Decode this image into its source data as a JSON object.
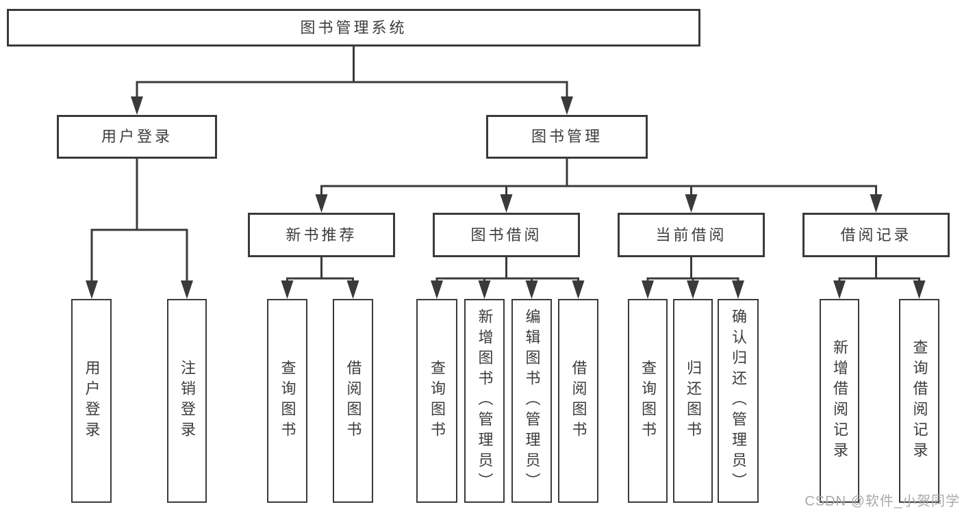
{
  "diagram": {
    "type": "tree",
    "root": {
      "label": "图书管理系统"
    },
    "level2": [
      {
        "id": "user-login",
        "label": "用户登录"
      },
      {
        "id": "book-management",
        "label": "图书管理"
      }
    ],
    "level3": [
      {
        "id": "new-book-recommend",
        "parent": "book-management",
        "label": "新书推荐"
      },
      {
        "id": "book-borrowing",
        "parent": "book-management",
        "label": "图书借阅"
      },
      {
        "id": "current-borrowing",
        "parent": "book-management",
        "label": "当前借阅"
      },
      {
        "id": "borrowing-records",
        "parent": "book-management",
        "label": "借阅记录"
      }
    ],
    "leaves": [
      {
        "parent": "user-login",
        "label": "用户登录"
      },
      {
        "parent": "user-login",
        "label": "注销登录"
      },
      {
        "parent": "new-book-recommend",
        "label": "查询图书"
      },
      {
        "parent": "new-book-recommend",
        "label": "借阅图书"
      },
      {
        "parent": "book-borrowing",
        "label": "查询图书"
      },
      {
        "parent": "book-borrowing",
        "label": "新增图书（管理员）"
      },
      {
        "parent": "book-borrowing",
        "label": "编辑图书（管理员）"
      },
      {
        "parent": "book-borrowing",
        "label": "借阅图书"
      },
      {
        "parent": "current-borrowing",
        "label": "查询图书"
      },
      {
        "parent": "current-borrowing",
        "label": "归还图书"
      },
      {
        "parent": "current-borrowing",
        "label": "确认归还（管理员）"
      },
      {
        "parent": "borrowing-records",
        "label": "新增借阅记录"
      },
      {
        "parent": "borrowing-records",
        "label": "查询借阅记录"
      }
    ],
    "watermark": "CSDN @软件_小贺同学",
    "colors": {
      "line": "#3a3a3a",
      "box_border": "#3a3a3a",
      "text": "#3c3c3c",
      "watermark": "#a9a9a9",
      "background": "#ffffff"
    }
  }
}
